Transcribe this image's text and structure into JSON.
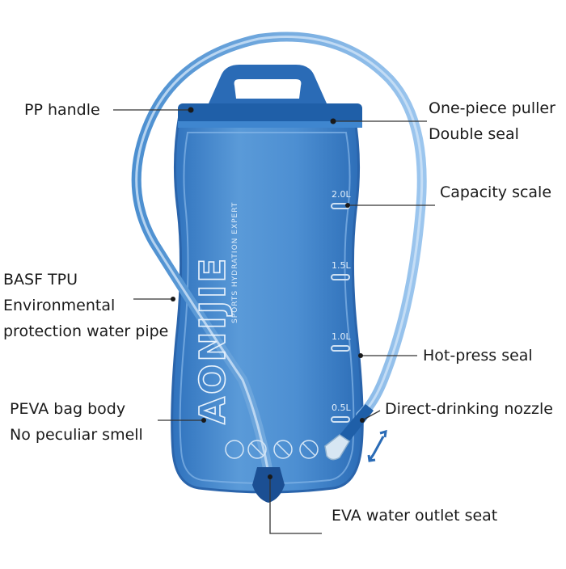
{
  "labels": {
    "pp_handle": "PP handle",
    "puller_line1": "One-piece puller",
    "puller_line2": "Double seal",
    "capacity_scale": "Capacity scale",
    "pipe_line1": "BASF TPU",
    "pipe_line2": "Environmental",
    "pipe_line3": "protection water pipe",
    "hot_press": "Hot-press seal",
    "bag_line1": "PEVA bag body",
    "bag_line2": "No peculiar smell",
    "nozzle": "Direct-drinking nozzle",
    "outlet": "EVA water outlet seat"
  },
  "bag": {
    "brand": "AONIJIE",
    "tagline": "SPORTS HYDRATION EXPERT",
    "scale": [
      "2.0L",
      "1.5L",
      "1.0L",
      "0.5L"
    ]
  },
  "colors": {
    "bag": "#3f86cf",
    "bag_dark": "#1f5fa8",
    "tube": "#6aa6de",
    "leader": "#333333"
  }
}
